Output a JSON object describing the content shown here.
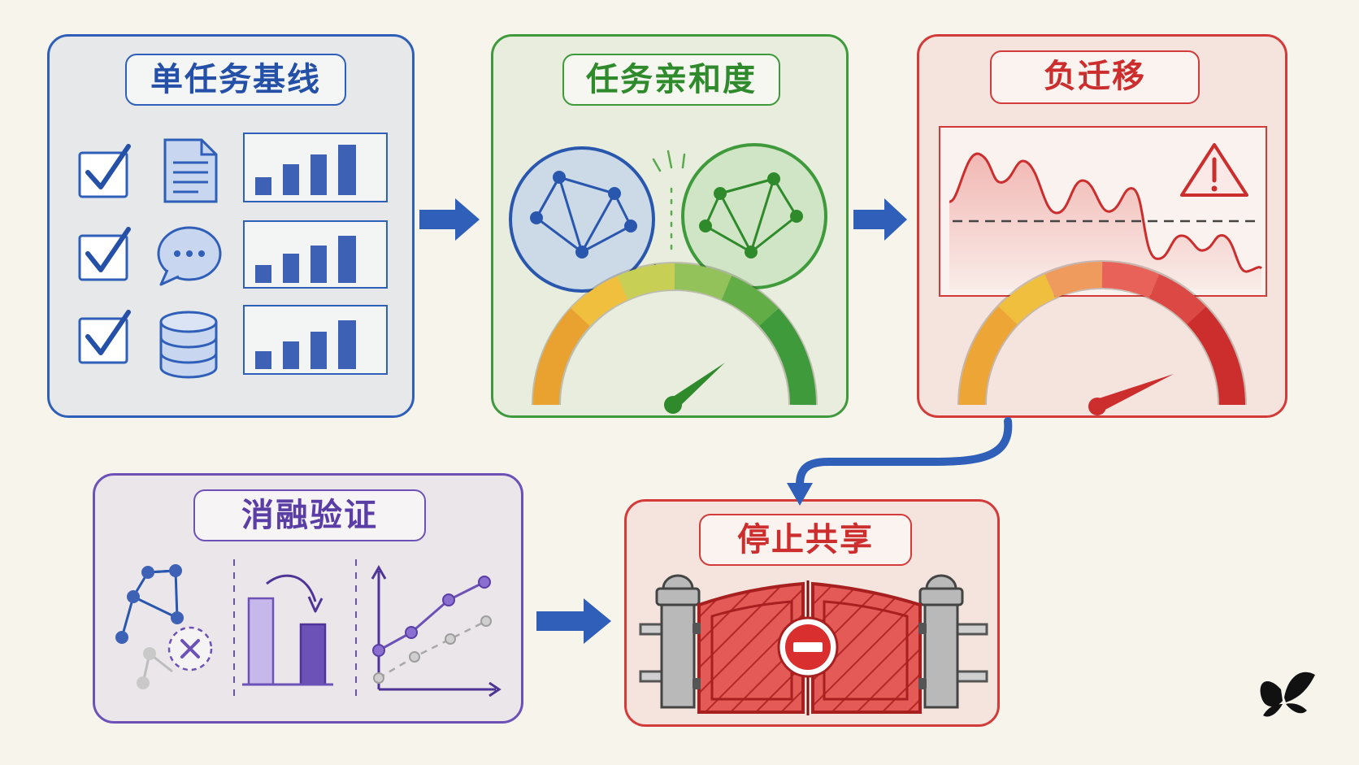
{
  "panels": {
    "baseline": {
      "title": "单任务基线"
    },
    "affinity": {
      "title": "任务亲和度"
    },
    "negative_transfer": {
      "title": "负迁移"
    },
    "ablation": {
      "title": "消融验证"
    },
    "stop_sharing": {
      "title": "停止共享"
    }
  },
  "colors": {
    "blue": "#2f5fb8",
    "green": "#3e9a3a",
    "red": "#d33a3a",
    "purple": "#6c52b6",
    "background": "#f7f4ec"
  },
  "icons": [
    "checkbox-icon",
    "document-icon",
    "chat-bubble-icon",
    "database-icon",
    "bar-chart-icon",
    "network-icon",
    "gauge-icon",
    "warning-icon",
    "no-entry-icon",
    "gate-icon",
    "butterfly-logo-icon"
  ]
}
